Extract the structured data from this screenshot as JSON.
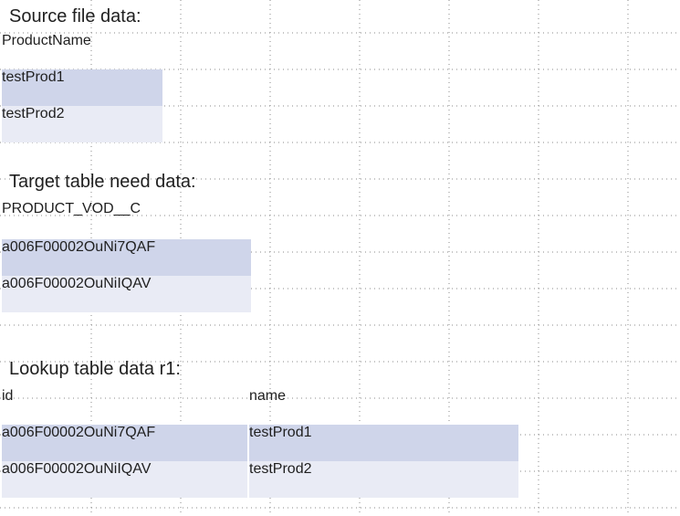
{
  "captions": {
    "source": "Source file data:",
    "target": "Target table need data:",
    "lookup": "Lookup table data r1:"
  },
  "source_table": {
    "header": "ProductName",
    "rows": [
      "testProd1",
      "testProd2"
    ]
  },
  "target_table": {
    "header": "PRODUCT_VOD__C",
    "rows": [
      "a006F00002OuNi7QAF",
      "a006F00002OuNiIQAV"
    ]
  },
  "lookup_table": {
    "headers": [
      "id",
      "name"
    ],
    "rows": [
      [
        "a006F00002OuNi7QAF",
        "testProd1"
      ],
      [
        "a006F00002OuNiIQAV",
        "testProd2"
      ]
    ]
  },
  "colors": {
    "header_bg": "#4472c4",
    "row_odd_bg": "#cfd5ea",
    "row_even_bg": "#e9ebf5",
    "grid_dots": "#7f7f7f"
  }
}
